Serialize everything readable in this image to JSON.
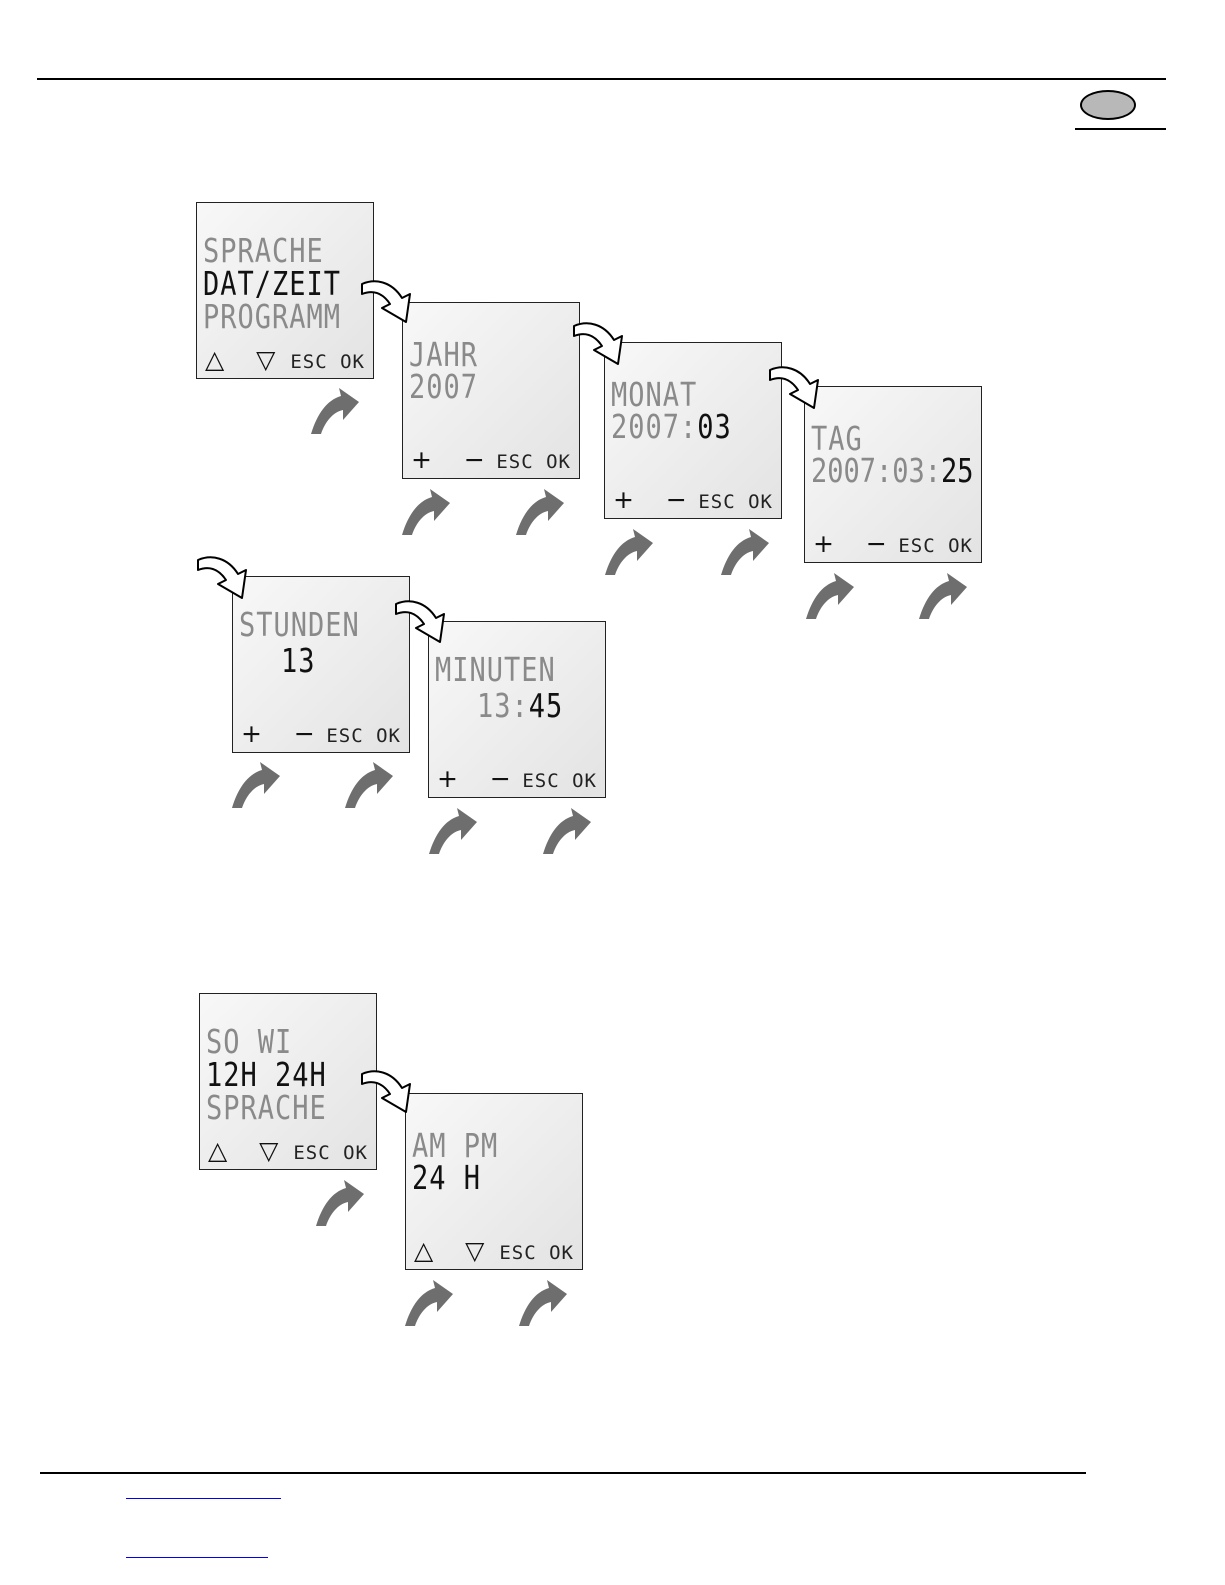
{
  "screens": {
    "menu1": {
      "l1": "SPRACHE",
      "l2": "DAT/ZEIT",
      "l3": "PROGRAMM",
      "keys_left": "△ ▽",
      "keys_right": "ESC OK"
    },
    "year": {
      "label": "JAHR",
      "value": "2007",
      "keys_left": "+ −",
      "keys_right": "ESC OK"
    },
    "month": {
      "label": "MONAT",
      "value_dim": "2007:",
      "value": "03",
      "keys_left": "+ −",
      "keys_right": "ESC OK"
    },
    "day": {
      "label": "TAG",
      "value_dim": "2007:03:",
      "value": "25",
      "keys_left": "+ −",
      "keys_right": "ESC OK"
    },
    "hours": {
      "label": "STUNDEN",
      "value": "13",
      "keys_left": "+ −",
      "keys_right": "ESC OK"
    },
    "minutes": {
      "label": "MINUTEN",
      "value_dim": "13:",
      "value": "45",
      "keys_left": "+ −",
      "keys_right": "ESC OK"
    },
    "menu2": {
      "l1": "SO WI",
      "l2": "12H 24H",
      "l3": "SPRACHE",
      "keys_left": "△ ▽",
      "keys_right": "ESC OK"
    },
    "ampm": {
      "label": "AM PM",
      "value": "24 H",
      "keys_left": "△ ▽",
      "keys_right": "ESC OK"
    }
  },
  "colors": {
    "lcd_dim_text": "#8a8a8a",
    "lcd_dark_text": "#111111",
    "press_arrow": "#6e6e6e",
    "language_badge": "#b8b8b8"
  }
}
